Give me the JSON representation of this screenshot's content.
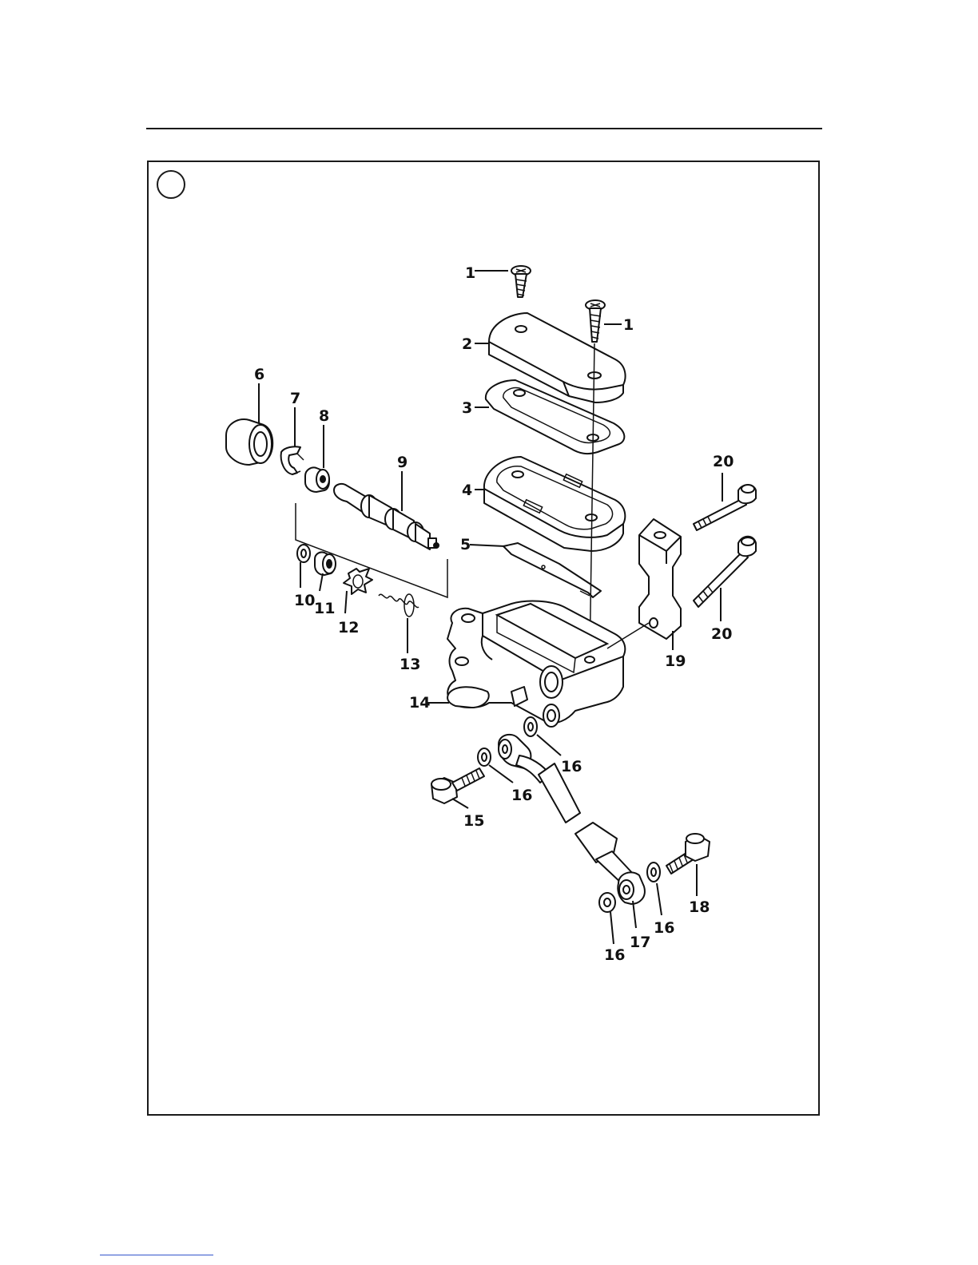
{
  "figure": {
    "callouts": [
      {
        "id": "callout-1a",
        "text": "1"
      },
      {
        "id": "callout-1b",
        "text": "1"
      },
      {
        "id": "callout-2",
        "text": "2"
      },
      {
        "id": "callout-3",
        "text": "3"
      },
      {
        "id": "callout-4",
        "text": "4"
      },
      {
        "id": "callout-5",
        "text": "5"
      },
      {
        "id": "callout-6",
        "text": "6"
      },
      {
        "id": "callout-7",
        "text": "7"
      },
      {
        "id": "callout-8",
        "text": "8"
      },
      {
        "id": "callout-9",
        "text": "9"
      },
      {
        "id": "callout-10",
        "text": "10"
      },
      {
        "id": "callout-11",
        "text": "11"
      },
      {
        "id": "callout-12",
        "text": "12"
      },
      {
        "id": "callout-13",
        "text": "13"
      },
      {
        "id": "callout-14",
        "text": "14"
      },
      {
        "id": "callout-15",
        "text": "15"
      },
      {
        "id": "callout-16a",
        "text": "16"
      },
      {
        "id": "callout-16b",
        "text": "16"
      },
      {
        "id": "callout-16c",
        "text": "16"
      },
      {
        "id": "callout-16d",
        "text": "16"
      },
      {
        "id": "callout-17",
        "text": "17"
      },
      {
        "id": "callout-18",
        "text": "18"
      },
      {
        "id": "callout-19",
        "text": "19"
      },
      {
        "id": "callout-20a",
        "text": "20"
      },
      {
        "id": "callout-20b",
        "text": "20"
      }
    ]
  }
}
